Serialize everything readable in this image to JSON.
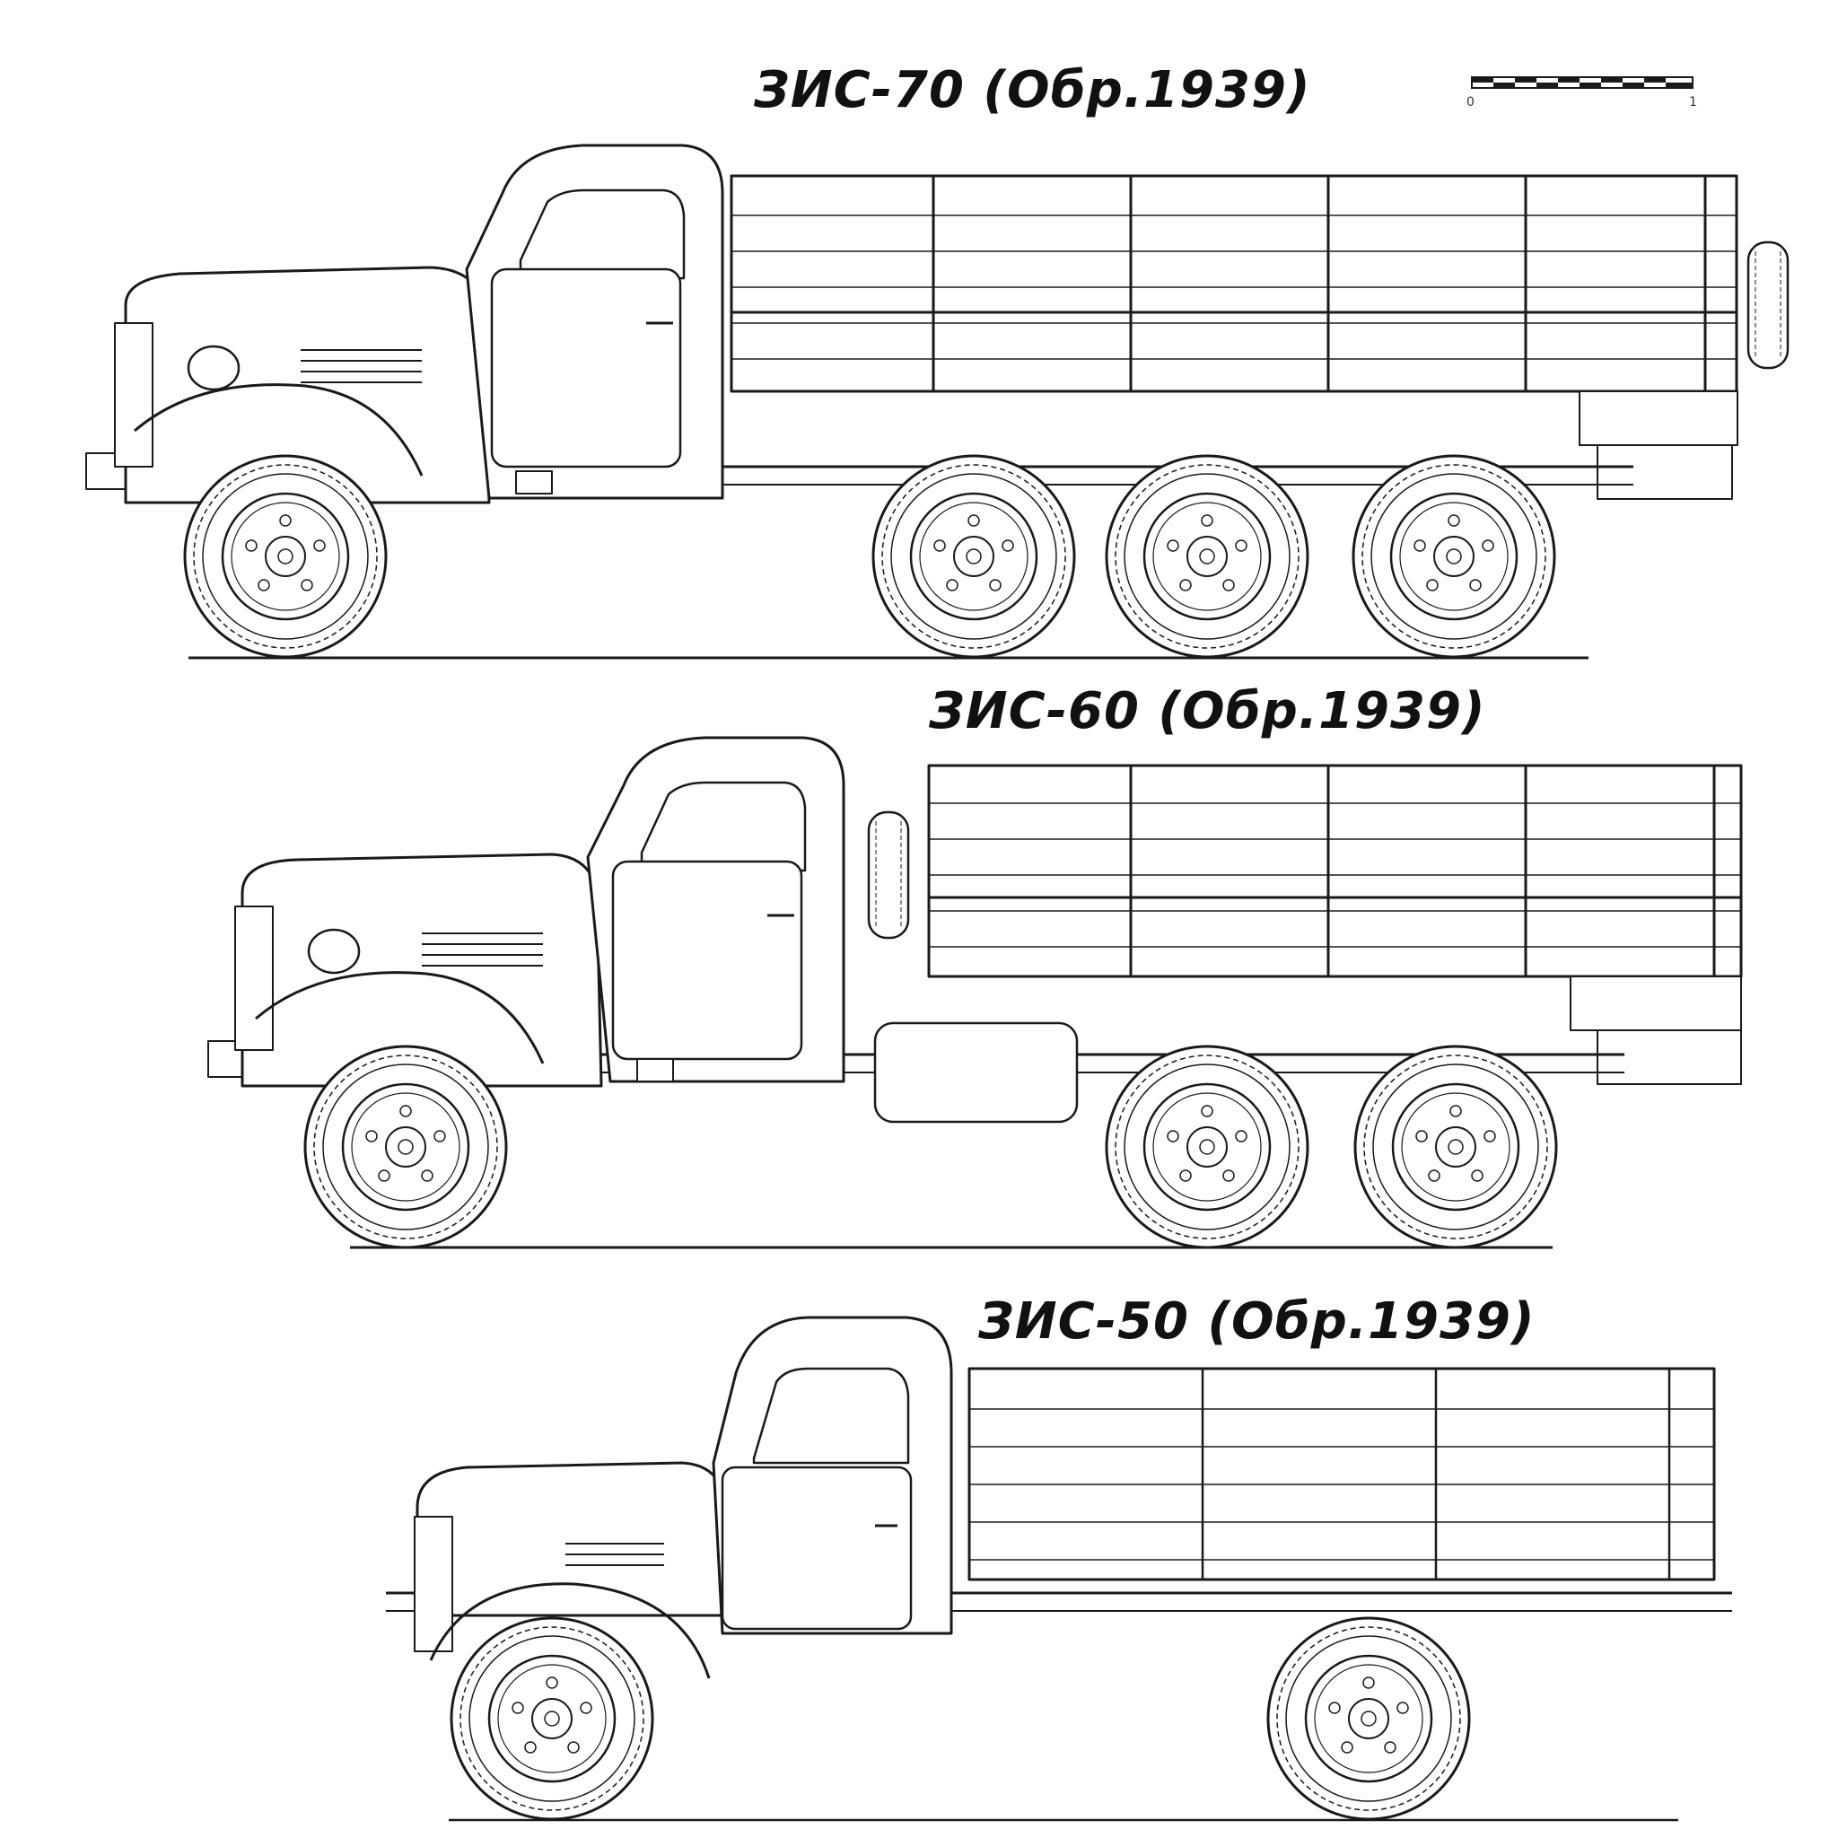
{
  "titles": {
    "zis70": "ЗИС-70 (Обр.1939)",
    "zis60": "ЗИС-60 (Обр.1939)",
    "zis50": "ЗИС-50 (Обр.1939)"
  },
  "scale_bar": {
    "start_label": "0",
    "end_label": "1"
  },
  "colors": {
    "line": "#1a1a1a",
    "background": "#ffffff"
  }
}
